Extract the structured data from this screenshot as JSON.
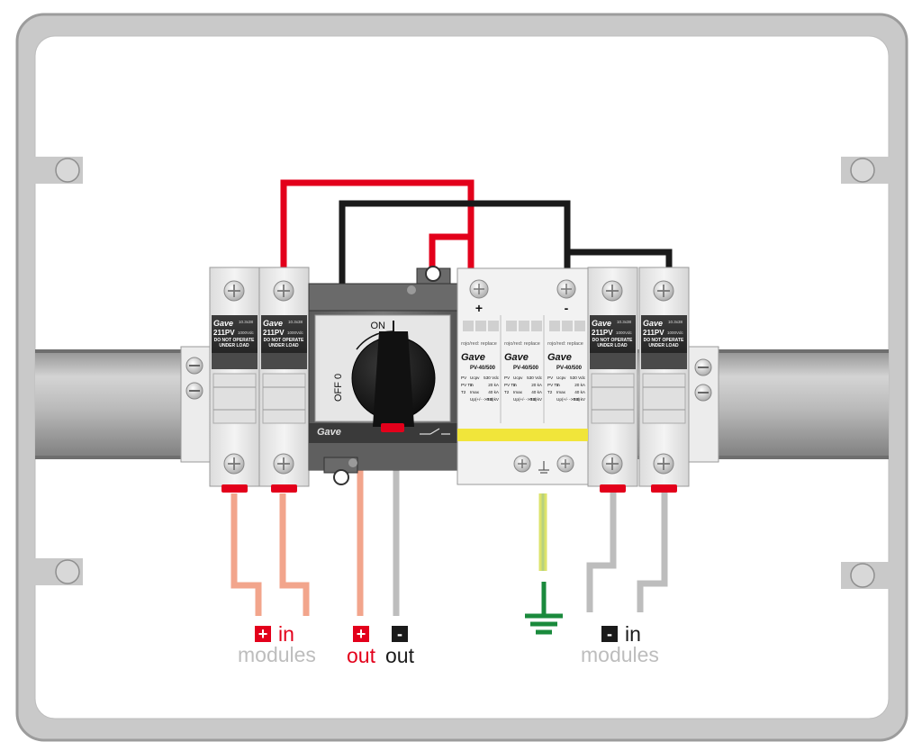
{
  "fuse": {
    "brand": "Gave",
    "model": "211PV",
    "rating_size": "10.3x38",
    "rating_voltage": "1000Vdc",
    "warning_line1": "DO NOT OPERATE",
    "warning_line2": "UNDER LOAD"
  },
  "switch": {
    "brand": "Gave",
    "on_label": "ON",
    "off_label": "OFF 0"
  },
  "spd": {
    "plus": "+",
    "minus": "-",
    "poles": [
      {
        "replace": "rojo/red: replace",
        "brand": "Gave",
        "model": "PV-40/500",
        "specs": [
          [
            "PV",
            "Ucpv",
            "530 Vdc"
          ],
          [
            "PV T2",
            "In",
            "20 kA"
          ],
          [
            "T2",
            "Imax",
            "40 kA"
          ],
          [
            "",
            "Up(+/- ->PE)",
            "1.8 kV"
          ]
        ]
      },
      {
        "replace": "rojo/red: replace",
        "brand": "Gave",
        "model": "PV-40/500",
        "specs": [
          [
            "PV",
            "Ucpv",
            "530 Vdc"
          ],
          [
            "PV T2",
            "In",
            "20 kA"
          ],
          [
            "T2",
            "Imax",
            "40 kA"
          ],
          [
            "",
            "Up(+/- ->PE)",
            "1.8 kV"
          ]
        ]
      },
      {
        "replace": "rojo/red: replace",
        "brand": "Gave",
        "model": "PV-40/500",
        "specs": [
          [
            "PV",
            "Ucpv",
            "530 Vdc"
          ],
          [
            "PV T2",
            "In",
            "20 kA"
          ],
          [
            "T2",
            "Imax",
            "40 kA"
          ],
          [
            "",
            "Up(+/- ->PE)",
            "1.8 kV"
          ]
        ]
      }
    ]
  },
  "labels": {
    "plus_in": {
      "sign": "+",
      "word": "in",
      "sub": "modules"
    },
    "plus_out": {
      "sign": "+",
      "word": "out"
    },
    "minus_out": {
      "sign": "-",
      "word": "out"
    },
    "minus_in": {
      "sign": "-",
      "word": "in",
      "sub": "modules"
    }
  },
  "colors": {
    "red": "#e3001b",
    "red_light": "#f2a58c",
    "black": "#1a1a1a",
    "gray_wire": "#bdbdbd",
    "ground_green": "#1a8a3c",
    "enclosure_gray": "#c9c9c9",
    "label_gray": "#bdbdbd"
  }
}
